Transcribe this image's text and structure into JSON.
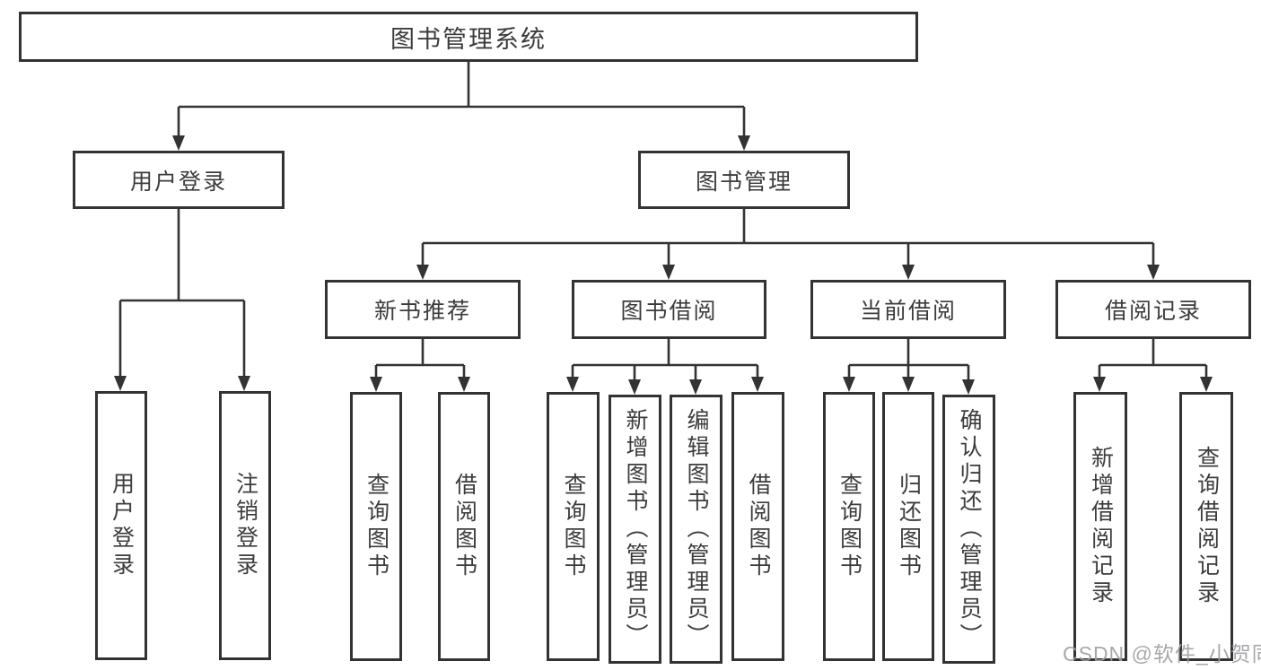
{
  "diagram": {
    "root": "图书管理系统",
    "level2": [
      "用户登录",
      "图书管理"
    ],
    "level3": [
      "新书推荐",
      "图书借阅",
      "当前借阅",
      "借阅记录"
    ],
    "leaves": {
      "user_login": [
        "用户登录",
        "注销登录"
      ],
      "new_book_recommendation": [
        "查询图书",
        "借阅图书"
      ],
      "book_borrowing": [
        "查询图书",
        "新增图书（管理员）",
        "编辑图书（管理员）",
        "借阅图书"
      ],
      "current_borrowing": [
        "查询图书",
        "归还图书",
        "确认归还（管理员）"
      ],
      "borrowing_records": [
        "新增借阅记录",
        "查询借阅记录"
      ]
    },
    "watermark": "CSDN @软件_小贺同学"
  },
  "colors": {
    "line": "#333333",
    "box_border": "#333333",
    "box_fill": "#ffffff",
    "text": "#3c3c3c",
    "watermark": "#9e9ea4"
  }
}
